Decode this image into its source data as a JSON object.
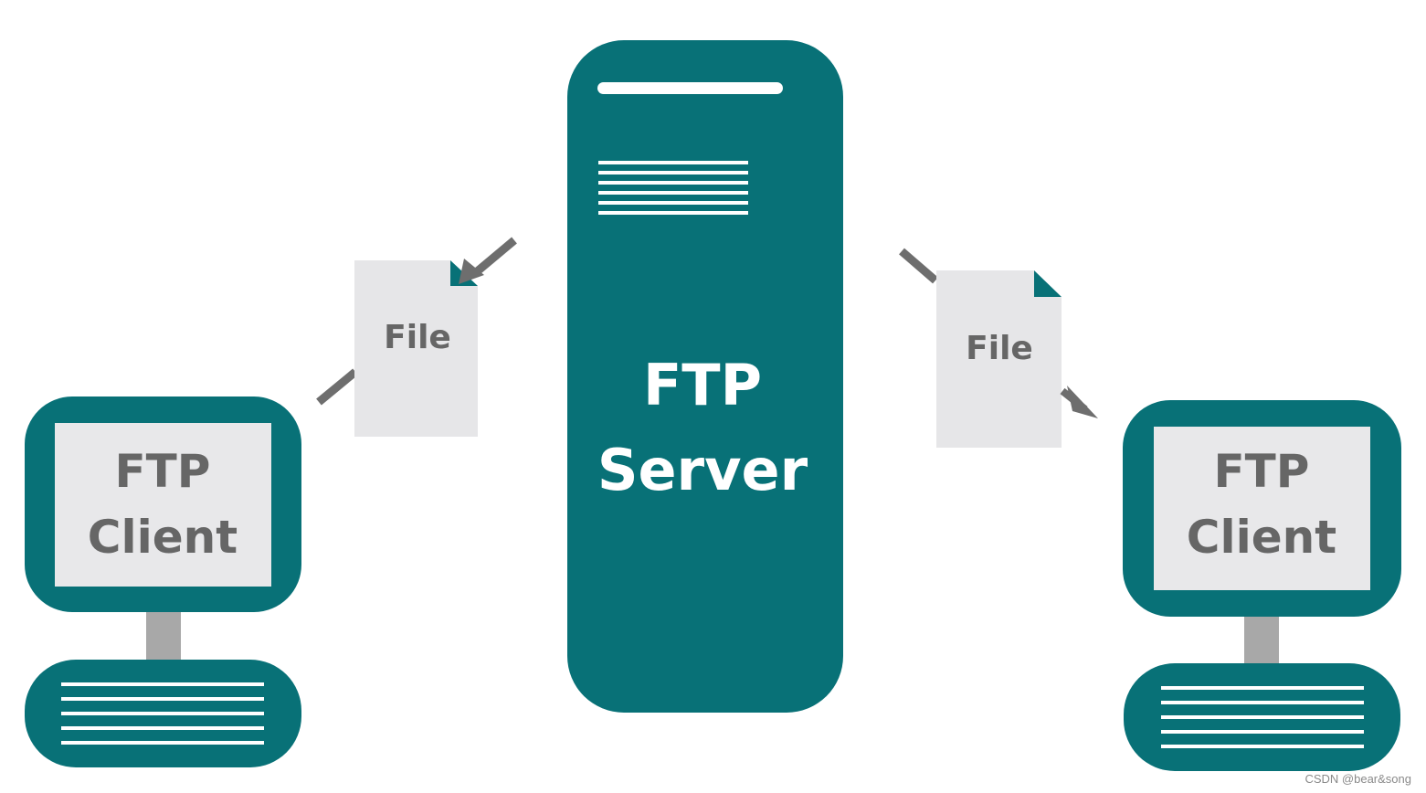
{
  "colors": {
    "teal": "#087177",
    "screen": "#e8e8ea",
    "text_gray": "#666666",
    "server_text": "#ffffff",
    "arrow": "#6e6e6e",
    "stand": "#a8a8a8",
    "paper": "#e6e6e8"
  },
  "server": {
    "line1": "FTP",
    "line2": "Server"
  },
  "client_left": {
    "line1": "FTP",
    "line2": "Client"
  },
  "client_right": {
    "line1": "FTP",
    "line2": "Client"
  },
  "file_left": {
    "label": "File"
  },
  "file_right": {
    "label": "File"
  },
  "watermark": "CSDN @bear&song",
  "icons": [
    "server-icon",
    "computer-icon",
    "document-icon",
    "arrow-icon"
  ]
}
